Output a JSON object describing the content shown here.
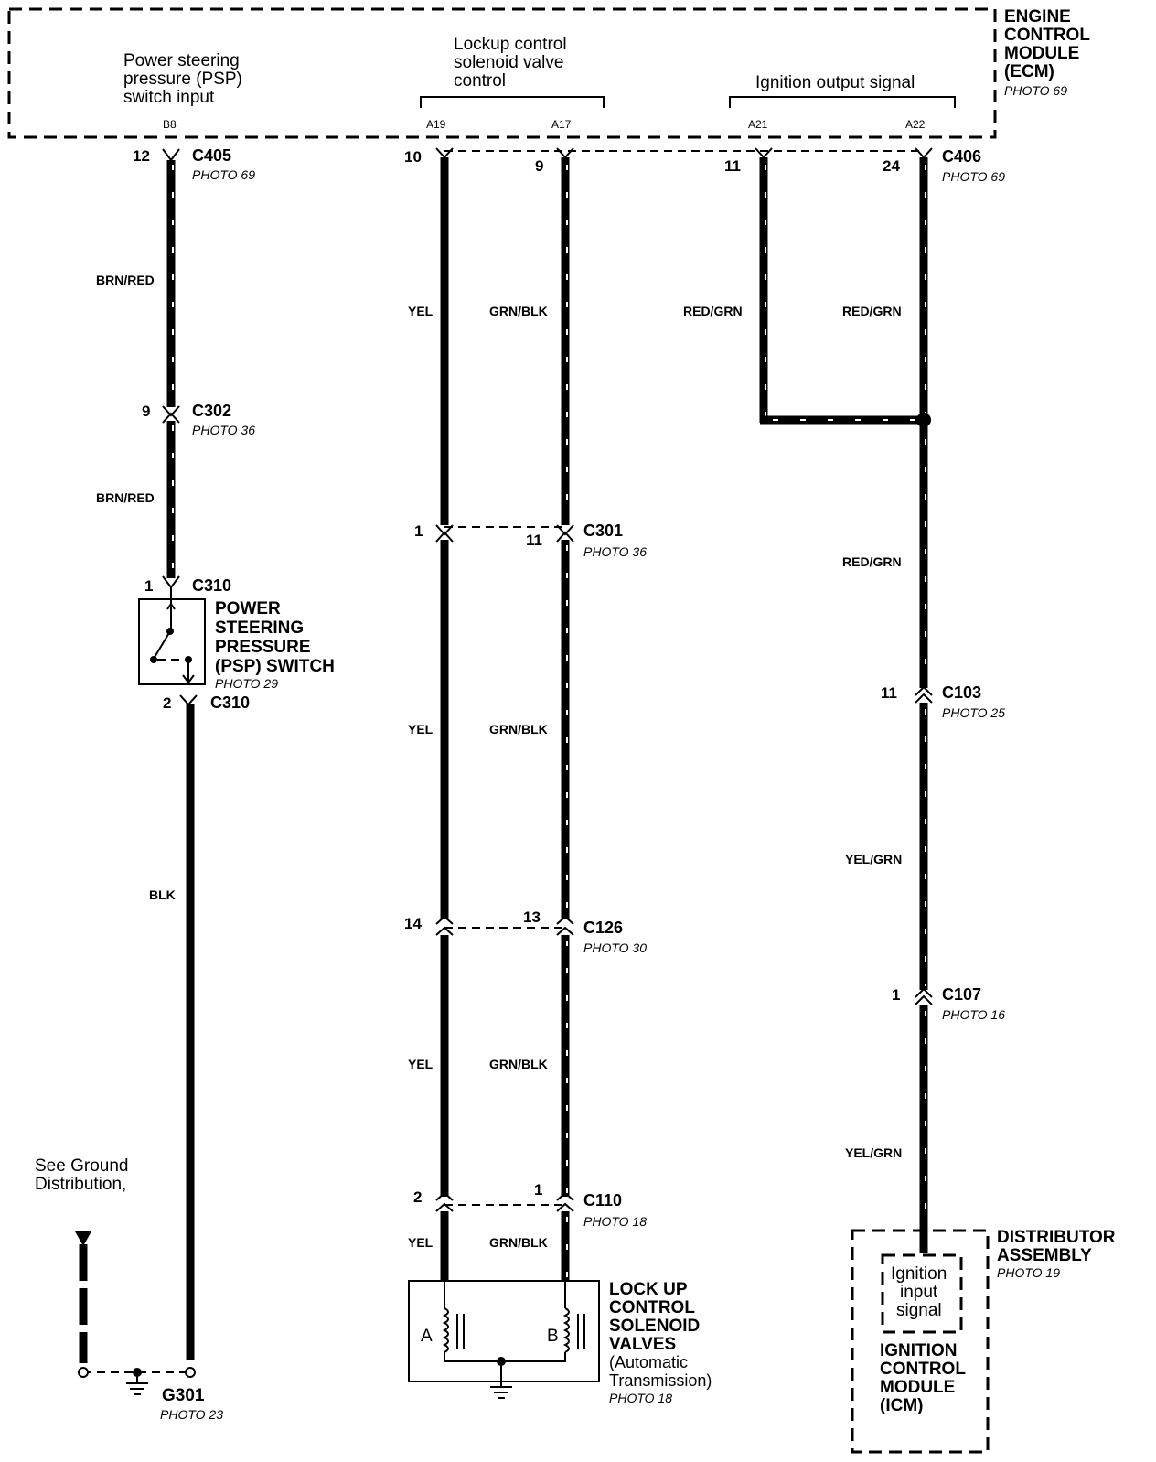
{
  "ecm": {
    "title_lines": [
      "ENGINE",
      "CONTROL",
      "MODULE",
      "(ECM)"
    ],
    "photo": "PHOTO 69",
    "signals": {
      "psp_lines": [
        "Power steering",
        "pressure (PSP)",
        "switch input"
      ],
      "lockup_lines": [
        "Lockup control",
        "solenoid valve",
        "control"
      ],
      "ignition": "Ignition output signal"
    },
    "terminals": {
      "b8": "B8",
      "a19": "A19",
      "a17": "A17",
      "a21": "A21",
      "a22": "A22"
    }
  },
  "connectors": {
    "c405": {
      "name": "C405",
      "photo": "PHOTO 69",
      "pin": "12"
    },
    "c302": {
      "name": "C302",
      "photo": "PHOTO 36",
      "pin": "9"
    },
    "c310_top": {
      "name": "C310",
      "pin": "1"
    },
    "c310_bot": {
      "name": "C310",
      "pin": "2"
    },
    "c406": {
      "name": "C406",
      "photo": "PHOTO 69",
      "pin_a19": "10",
      "pin_a17": "9",
      "pin_a21": "11",
      "pin_a22": "24"
    },
    "c301": {
      "name": "C301",
      "photo": "PHOTO 36",
      "pin_left": "1",
      "pin_right": "11"
    },
    "c126": {
      "name": "C126",
      "photo": "PHOTO 30",
      "pin_left": "14",
      "pin_right": "13"
    },
    "c110": {
      "name": "C110",
      "photo": "PHOTO 18",
      "pin_left": "2",
      "pin_right": "1"
    },
    "c103": {
      "name": "C103",
      "photo": "PHOTO 25",
      "pin": "11"
    },
    "c107": {
      "name": "C107",
      "photo": "PHOTO 16",
      "pin": "1"
    }
  },
  "wire_colors": {
    "brn_red": "BRN/RED",
    "blk": "BLK",
    "yel": "YEL",
    "grn_blk": "GRN/BLK",
    "red_grn": "RED/GRN",
    "yel_grn": "YEL/GRN"
  },
  "psp_switch": {
    "lines": [
      "POWER",
      "STEERING",
      "PRESSURE",
      "(PSP) SWITCH"
    ],
    "photo": "PHOTO 29"
  },
  "solenoid": {
    "lines": [
      "LOCK UP",
      "CONTROL",
      "SOLENOID",
      "VALVES"
    ],
    "sub_lines": [
      "(Automatic",
      "Transmission)"
    ],
    "photo": "PHOTO 18",
    "coil_a": "A",
    "coil_b": "B"
  },
  "distributor": {
    "lines": [
      "DISTRIBUTOR",
      "ASSEMBLY"
    ],
    "photo": "PHOTO 19"
  },
  "icm": {
    "signal_lines": [
      "Ignition",
      "input",
      "signal"
    ],
    "lines": [
      "IGNITION",
      "CONTROL",
      "MODULE",
      "(ICM)"
    ]
  },
  "ground": {
    "note_lines": [
      "See Ground",
      "Distribution,"
    ],
    "name": "G301",
    "photo": "PHOTO 23"
  }
}
